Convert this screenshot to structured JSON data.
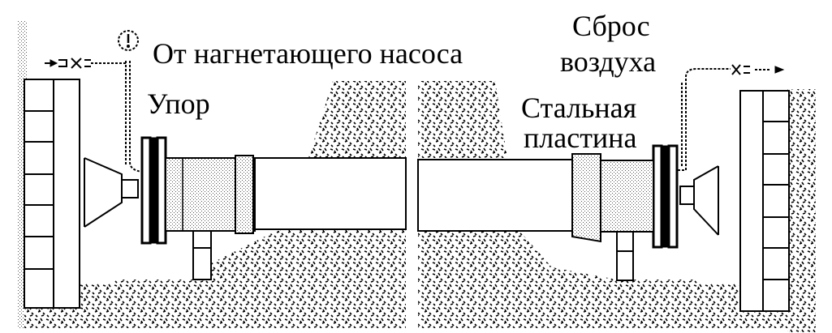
{
  "diagram": {
    "type": "pipe pressure test setup",
    "labels": {
      "inlet": "От нагнетающего насоса",
      "stop": "Упор",
      "air_release_line1": "Сброс",
      "air_release_line2": "воздуха",
      "steel_plate_line1": "Стальная",
      "steel_plate_line2": "пластина"
    },
    "components": [
      "pressure-gauge",
      "inlet-valve",
      "air-release-valve",
      "left-thrust-wall",
      "right-thrust-wall",
      "left-flange-plate",
      "right-flange-plate",
      "pipe",
      "pipe-supports",
      "soil-backfill"
    ],
    "colors": {
      "ink": "#000000",
      "paper": "#ffffff"
    }
  }
}
